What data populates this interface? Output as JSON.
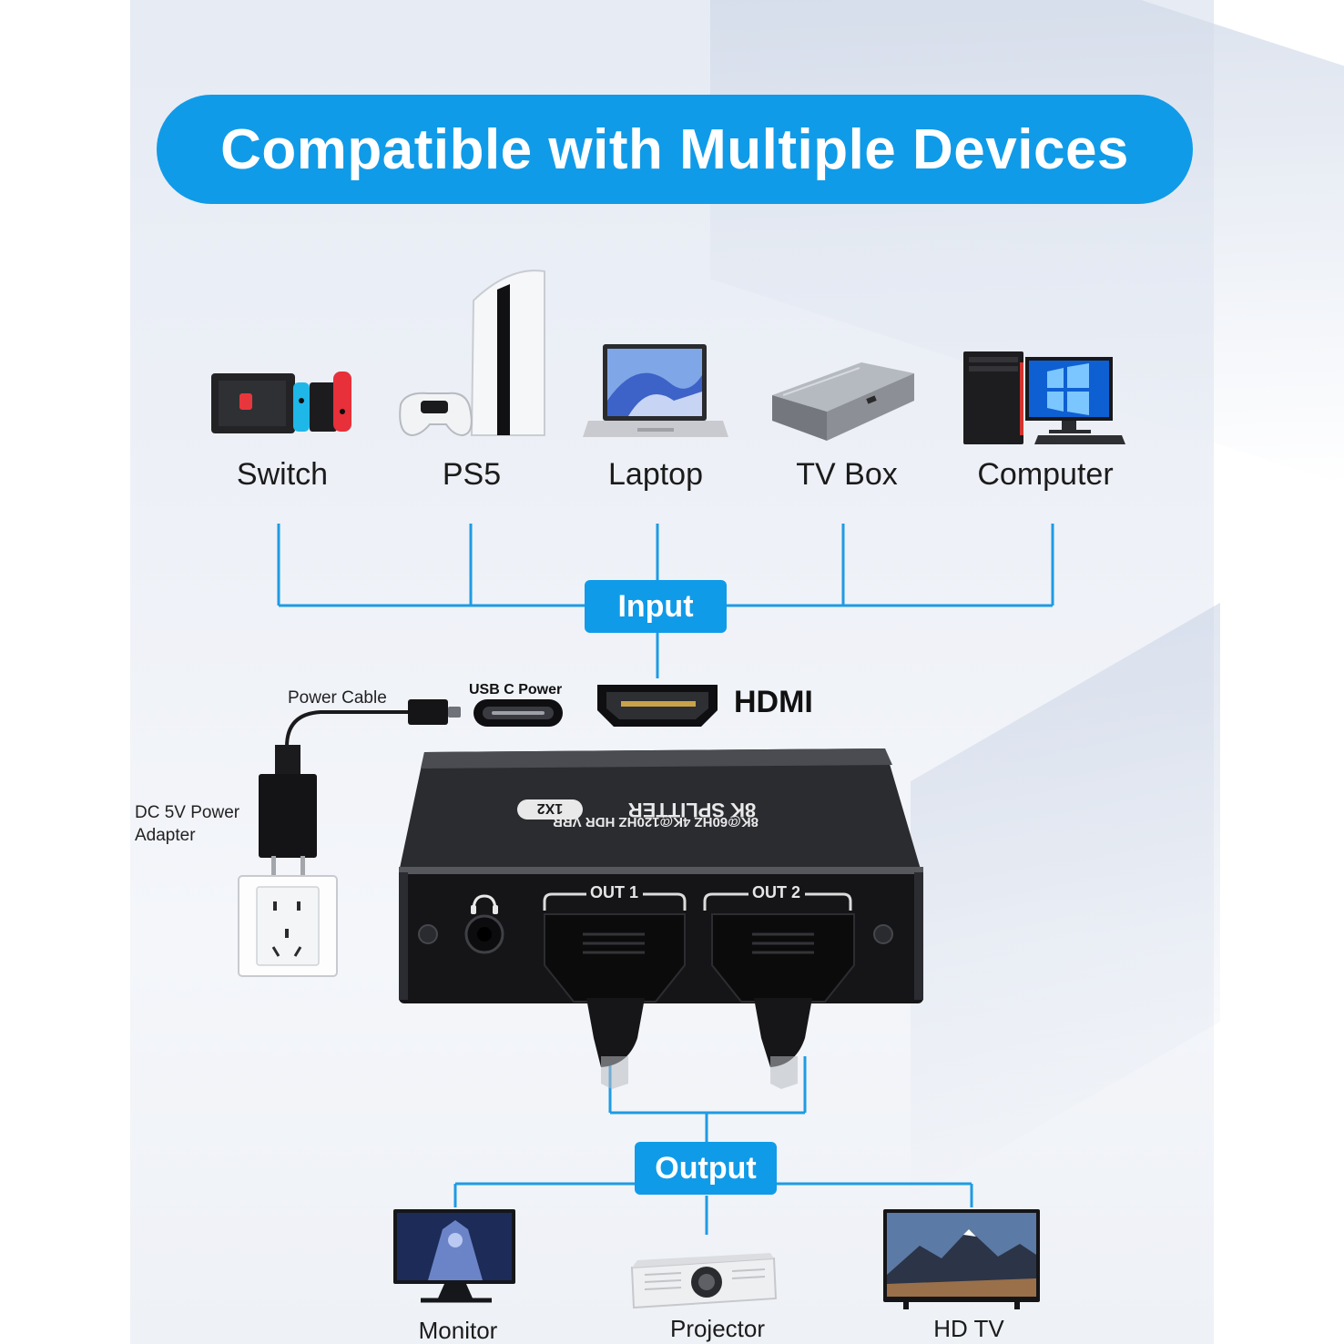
{
  "title": "Compatible with Multiple Devices",
  "input_devices": [
    "Switch",
    "PS5",
    "Laptop",
    "TV Box",
    "Computer"
  ],
  "input_label": "Input",
  "output_label": "Output",
  "output_devices": [
    "Monitor",
    "Projector",
    "HD TV"
  ],
  "ports": {
    "power_cable": "Power Cable",
    "usb_c_power": "USB C Power",
    "hdmi": "HDMI",
    "adapter": "DC 5V Power Adapter",
    "out1": "OUT 1",
    "out2": "OUT 2"
  },
  "splitter": {
    "name": "8K SPLITTER",
    "model": "1X2",
    "spec": "8K@60HZ 4K@120HZ HDR VRR"
  },
  "colors": {
    "accent": "#109be8",
    "line": "#1e9be4",
    "device_body": "#1a1a1c"
  },
  "icons": {
    "switch": "game-console-icon",
    "ps5": "playstation-console-icon",
    "laptop": "laptop-icon",
    "tvbox": "media-box-icon",
    "computer": "desktop-computer-icon",
    "monitor": "monitor-icon",
    "projector": "projector-icon",
    "hdtv": "television-icon"
  }
}
